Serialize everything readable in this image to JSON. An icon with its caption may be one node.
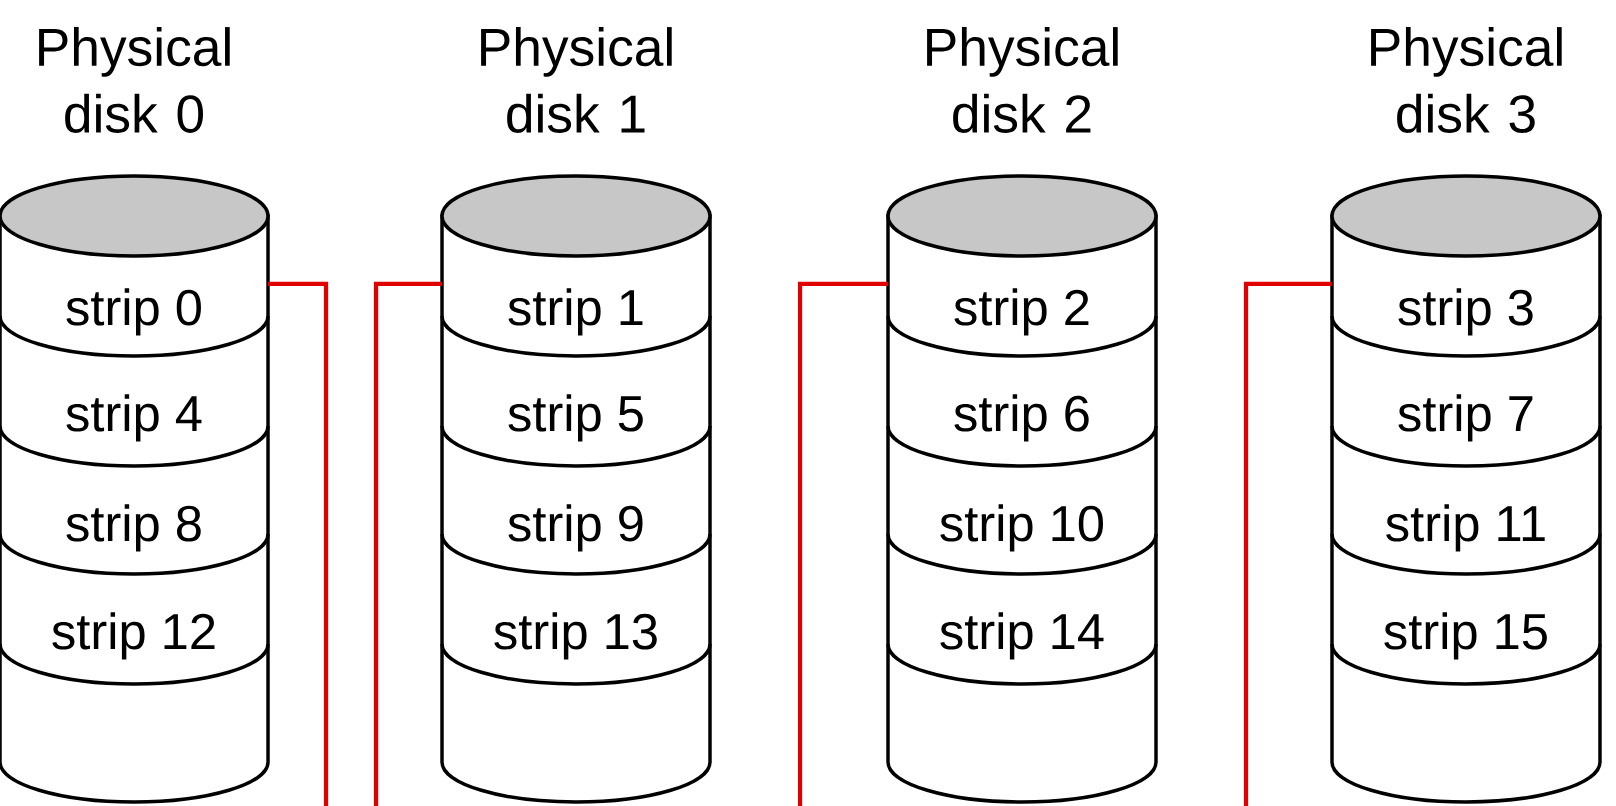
{
  "diagram": {
    "nodes": [
      {
        "text": [
          "Physical disk 0"
        ]
      },
      {
        "text": [
          "strip 0"
        ],
        "in": 0
      },
      {
        "text": [
          "strip 4"
        ],
        "in": 0
      },
      {
        "text": [
          "strip 8"
        ],
        "in": 0
      },
      {
        "text": [
          "strip 12"
        ],
        "in": 0
      },
      {
        "text": [
          "Physical disk 1"
        ]
      },
      {
        "text": [
          "strip 1"
        ],
        "in": 5
      },
      {
        "text": [
          "strip 5"
        ],
        "in": 5
      },
      {
        "text": [
          "strip 9"
        ],
        "in": 5
      },
      {
        "text": [
          "strip 13"
        ],
        "in": 5
      },
      {
        "text": [
          "Physical disk 2"
        ]
      },
      {
        "text": [
          "strip 2"
        ],
        "in": 10
      },
      {
        "text": [
          "strip 6"
        ],
        "in": 10
      },
      {
        "text": [
          "strip 10"
        ],
        "in": 10
      },
      {
        "text": [
          "strip 14"
        ],
        "in": 10
      },
      {
        "text": [
          "Physical disk 3"
        ]
      },
      {
        "text": [
          "strip 3"
        ],
        "in": 15
      },
      {
        "text": [
          "strip 7"
        ],
        "in": 15
      },
      {
        "text": [
          "strip 11"
        ],
        "in": 15
      },
      {
        "text": [
          "strip 15"
        ],
        "in": 15
      }
    ],
    "edges": [
      {
        "from": 1,
        "to": null,
        "arrow": "none",
        "color": "#e00000"
      },
      {
        "from": 6,
        "to": null,
        "arrow": "none",
        "color": "#e00000"
      },
      {
        "from": 11,
        "to": null,
        "arrow": "none",
        "color": "#e00000"
      },
      {
        "from": 16,
        "to": null,
        "arrow": "none",
        "color": "#e00000"
      }
    ]
  }
}
